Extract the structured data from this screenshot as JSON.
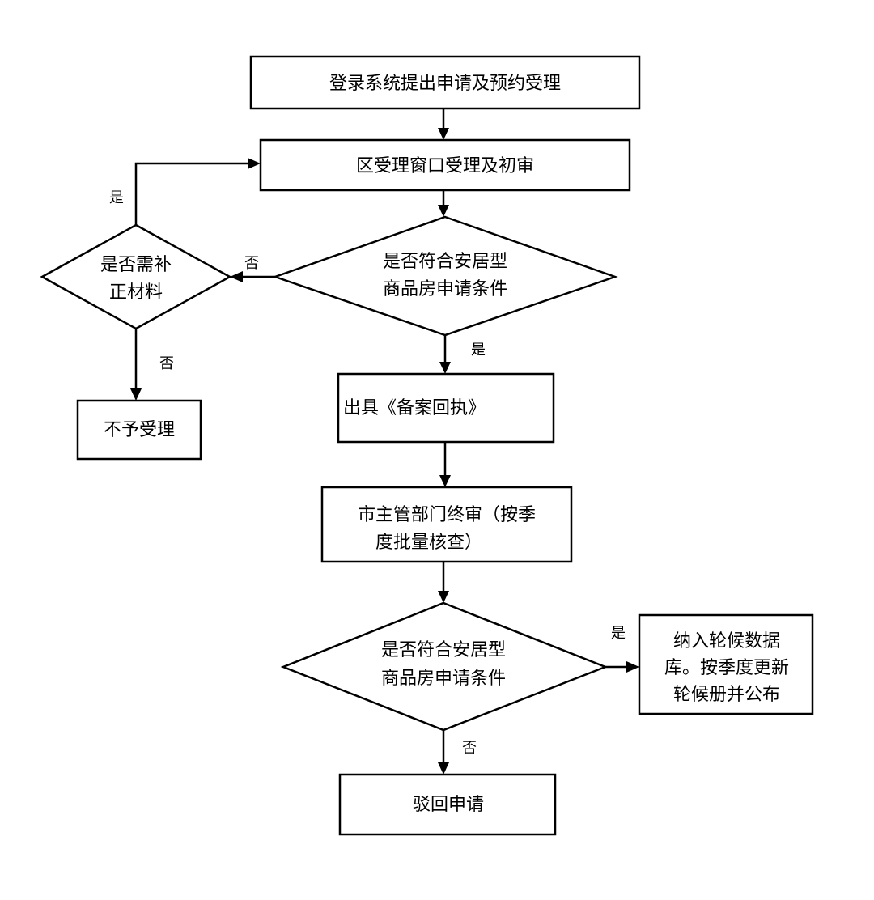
{
  "diagram": {
    "nodes": {
      "login": "登录系统提出申请及预约受理",
      "district_review": "区受理窗口受理及初审",
      "check1_line1": "是否符合安居型",
      "check1_line2": "商品房申请条件",
      "supplement_line1": "是否需补",
      "supplement_line2": "正材料",
      "reject_accept": "不予受理",
      "receipt": "出具《备案回执》",
      "city_review_line1": "市主管部门终审（按季",
      "city_review_line2": "度批量核查）",
      "check2_line1": "是否符合安居型",
      "check2_line2": "商品房申请条件",
      "waitlist_line1": "纳入轮候数据",
      "waitlist_line2": "库。按季度更新",
      "waitlist_line3": "轮候册并公布",
      "reject_application": "驳回申请"
    },
    "edge_labels": {
      "supplement_yes": "是",
      "check1_no": "否",
      "supplement_no": "否",
      "check1_yes": "是",
      "check2_yes": "是",
      "check2_no": "否"
    }
  }
}
